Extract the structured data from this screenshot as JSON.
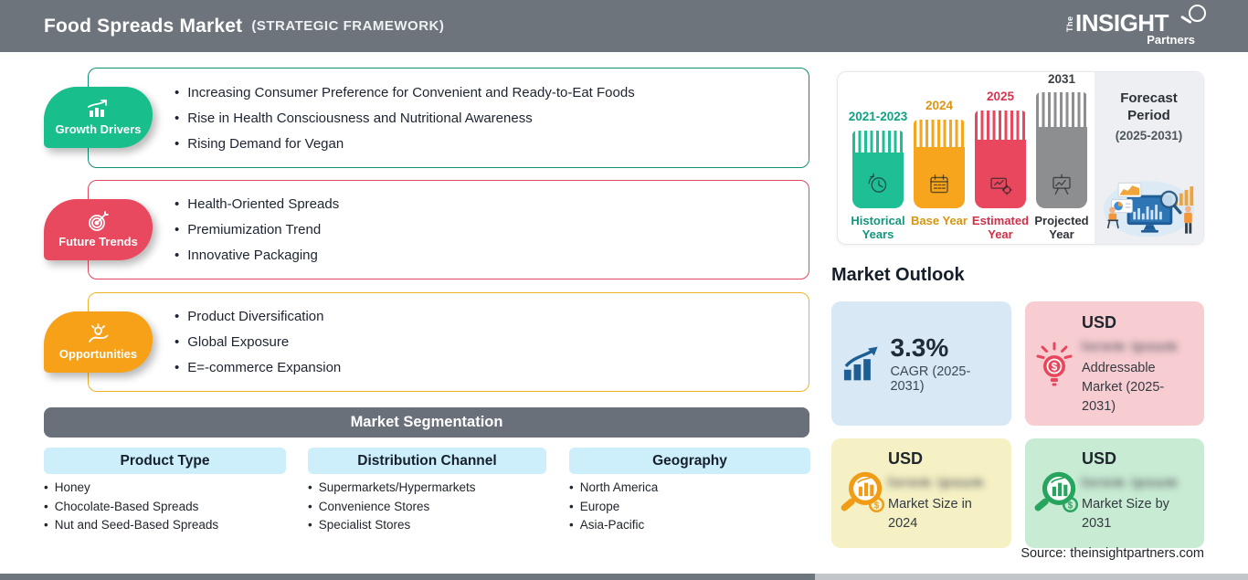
{
  "header": {
    "title": "Food Spreads Market",
    "subtitle": "(STRATEGIC FRAMEWORK)",
    "logo": {
      "prefix": "The",
      "name": "INSIGHT",
      "suffix": "Partners",
      "icon": "magnifier-icon"
    }
  },
  "framework_sections": [
    {
      "label": "Growth Drivers",
      "icon": "rising-bar-chart-icon",
      "accent": "#18bf8d",
      "border": "#0f8f72",
      "items": [
        "Increasing Consumer Preference for Convenient and Ready-to-Eat Foods",
        "Rise in Health Consciousness and Nutritional Awareness",
        "Rising Demand for Vegan"
      ]
    },
    {
      "label": "Future Trends",
      "icon": "dart-target-icon",
      "accent": "#e8495e",
      "border": "#e2485e",
      "items": [
        "Health-Oriented Spreads",
        "Premiumization Trend",
        "Innovative Packaging"
      ]
    },
    {
      "label": "Opportunities",
      "icon": "bulb-in-hand-icon",
      "accent": "#f6a118",
      "border": "#efb32a",
      "items": [
        "Product Diversification",
        "Global Exposure",
        "E=-commerce Expansion"
      ]
    }
  ],
  "segmentation": {
    "title": "Market Segmentation",
    "columns": [
      {
        "header": "Product Type",
        "items": [
          "Honey",
          "Chocolate-Based Spreads",
          "Nut and Seed-Based Spreads"
        ]
      },
      {
        "header": "Distribution Channel",
        "items": [
          "Supermarkets/Hypermarkets",
          "Convenience Stores",
          "Specialist Stores"
        ]
      },
      {
        "header": "Geography",
        "items": [
          "North America",
          "Europe",
          "Asia-Pacific"
        ]
      }
    ]
  },
  "timeline": {
    "bars": [
      {
        "year": "2021-2023",
        "label": "Historical Years",
        "icon": "clock-history-icon",
        "color": "#1fbf96"
      },
      {
        "year": "2024",
        "label": "Base Year",
        "icon": "calendar-icon",
        "color": "#f6a51d"
      },
      {
        "year": "2025",
        "label": "Estimated Year",
        "icon": "analytics-gear-icon",
        "color": "#e8475e"
      },
      {
        "year": "2031",
        "label": "Projected Year",
        "icon": "presentation-chart-icon",
        "color": "#8c8e90"
      }
    ],
    "forecast": {
      "title": "Forecast Period",
      "range": "(2025-2031)",
      "illustration": "analysts-dashboard-illustration"
    }
  },
  "market_outlook": {
    "title": "Market Outlook",
    "cards": [
      {
        "value": "3.3%",
        "label": "CAGR (2025-2031)",
        "icon": "growth-bars-arrow-icon",
        "bg": "#d9e8f5"
      },
      {
        "value": "USD",
        "redacted": "lorem ipsum",
        "label": "Addressable Market (2025-2031)",
        "icon": "bulb-dollar-icon",
        "bg": "#f7cdd2"
      },
      {
        "value": "USD",
        "redacted": "lorem ipsum",
        "label": "Market Size in 2024",
        "icon": "magnifier-chart-icon",
        "bg": "#f5f1c5"
      },
      {
        "value": "USD",
        "redacted": "lorem ipsum",
        "label": "Market Size by 2031",
        "icon": "magnifier-chart-icon",
        "bg": "#c8ebd3"
      }
    ]
  },
  "source": "Source: theinsightpartners.com"
}
